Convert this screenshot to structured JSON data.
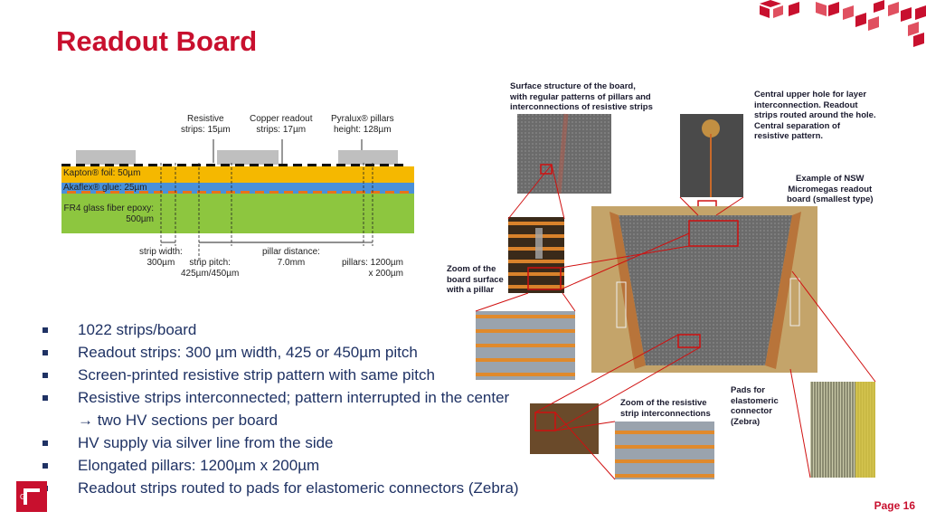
{
  "title": "Readout Board",
  "page": "Page 16",
  "logo_text": "G",
  "diagram": {
    "top_labels": [
      {
        "line1": "Resistive",
        "line2": "strips: 15µm"
      },
      {
        "line1": "Copper readout",
        "line2": "strips: 17µm"
      },
      {
        "line1": "Pyralux® pillars",
        "line2": "height: 128µm"
      }
    ],
    "layers": {
      "kapton": "Kapton® foil:  50µm",
      "akaflex": "Akaflex® glue: 25µm",
      "fr4_1": "FR4 glass fiber epoxy:",
      "fr4_2": "500µm"
    },
    "bottom_labels": {
      "strip_width_1": "strip width:",
      "strip_width_2": "300µm",
      "strip_pitch_1": "strip pitch:",
      "strip_pitch_2": "425µm/450µm",
      "pillar_distance_1": "pillar distance:",
      "pillar_distance_2": "7.0mm",
      "pillars_1": "pillars: 1200µm",
      "pillars_2": "x 200µm"
    }
  },
  "bullets": [
    {
      "text": "1022 strips/board"
    },
    {
      "text": "Readout strips: 300 µm width, 425 or 450µm pitch"
    },
    {
      "text": "Screen-printed resistive strip pattern with same pitch"
    },
    {
      "text": "Resistive strips interconnected; pattern interrupted in the center",
      "cont": "→ two HV sections per board"
    },
    {
      "text": "HV supply via silver line from the side"
    },
    {
      "text": "Elongated pillars: 1200µm x 200µm"
    },
    {
      "text": "Readout strips routed to pads for elastomeric connectors (Zebra)"
    }
  ],
  "callouts": {
    "surface": [
      "Surface structure of the board,",
      "with regular patterns of pillars and",
      "interconnections of resistive strips"
    ],
    "hole": [
      "Central upper hole for layer",
      "interconnection. Readout",
      "strips routed around the hole.",
      "Central separation of",
      "resistive pattern."
    ],
    "example": [
      "Example of NSW",
      "Micromegas readout",
      "board (smallest type)"
    ],
    "zoom_pillar": [
      "Zoom of the",
      "board surface",
      "with a pillar"
    ],
    "zoom_resistive": [
      "Zoom of the resistive",
      "strip interconnections"
    ],
    "pads": [
      "Pads for",
      "elastomeric",
      "connector",
      "(Zebra)"
    ]
  },
  "colors": {
    "accent": "#c8102e",
    "text_blue": "#1f3264",
    "kapton": "#f5b800",
    "akaflex": "#4a90d9",
    "fr4": "#8dc63f",
    "pillar": "#bfbfbf"
  }
}
